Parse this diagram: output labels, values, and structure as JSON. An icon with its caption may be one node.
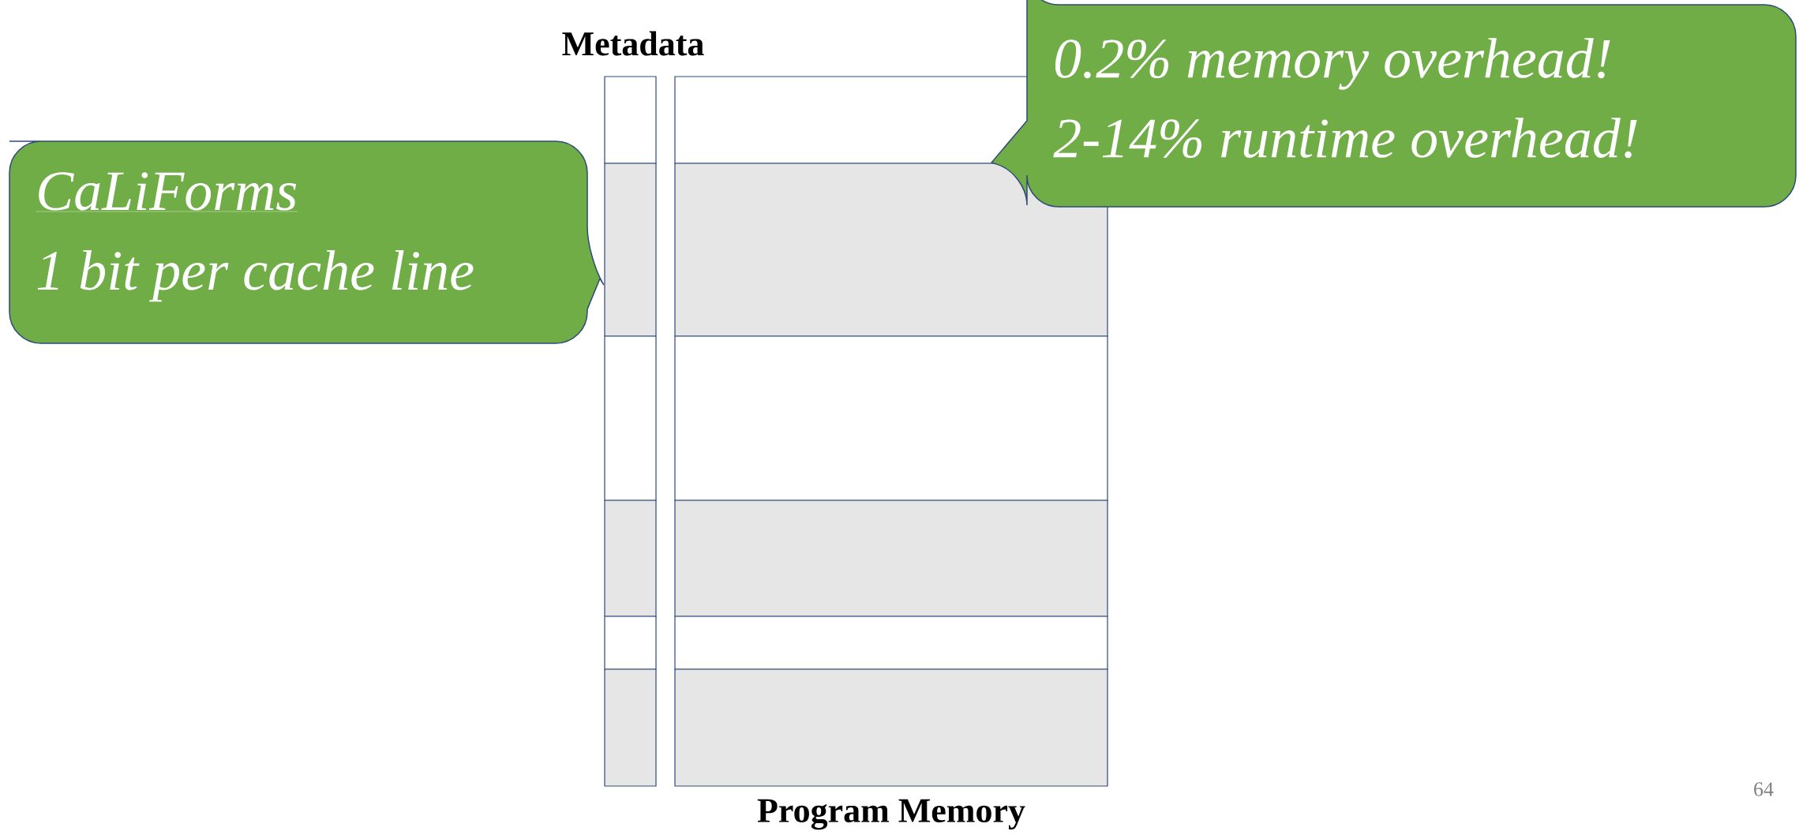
{
  "diagram": {
    "nodes": [
      {
        "text": [
          "CaLiForms",
          "1 bit per cache line"
        ]
      },
      {
        "text": [
          "0.2% memory overhead!",
          "2-14% runtime overhead!"
        ]
      }
    ],
    "labels": [
      "Metadata",
      "Program Memory",
      "64"
    ]
  }
}
